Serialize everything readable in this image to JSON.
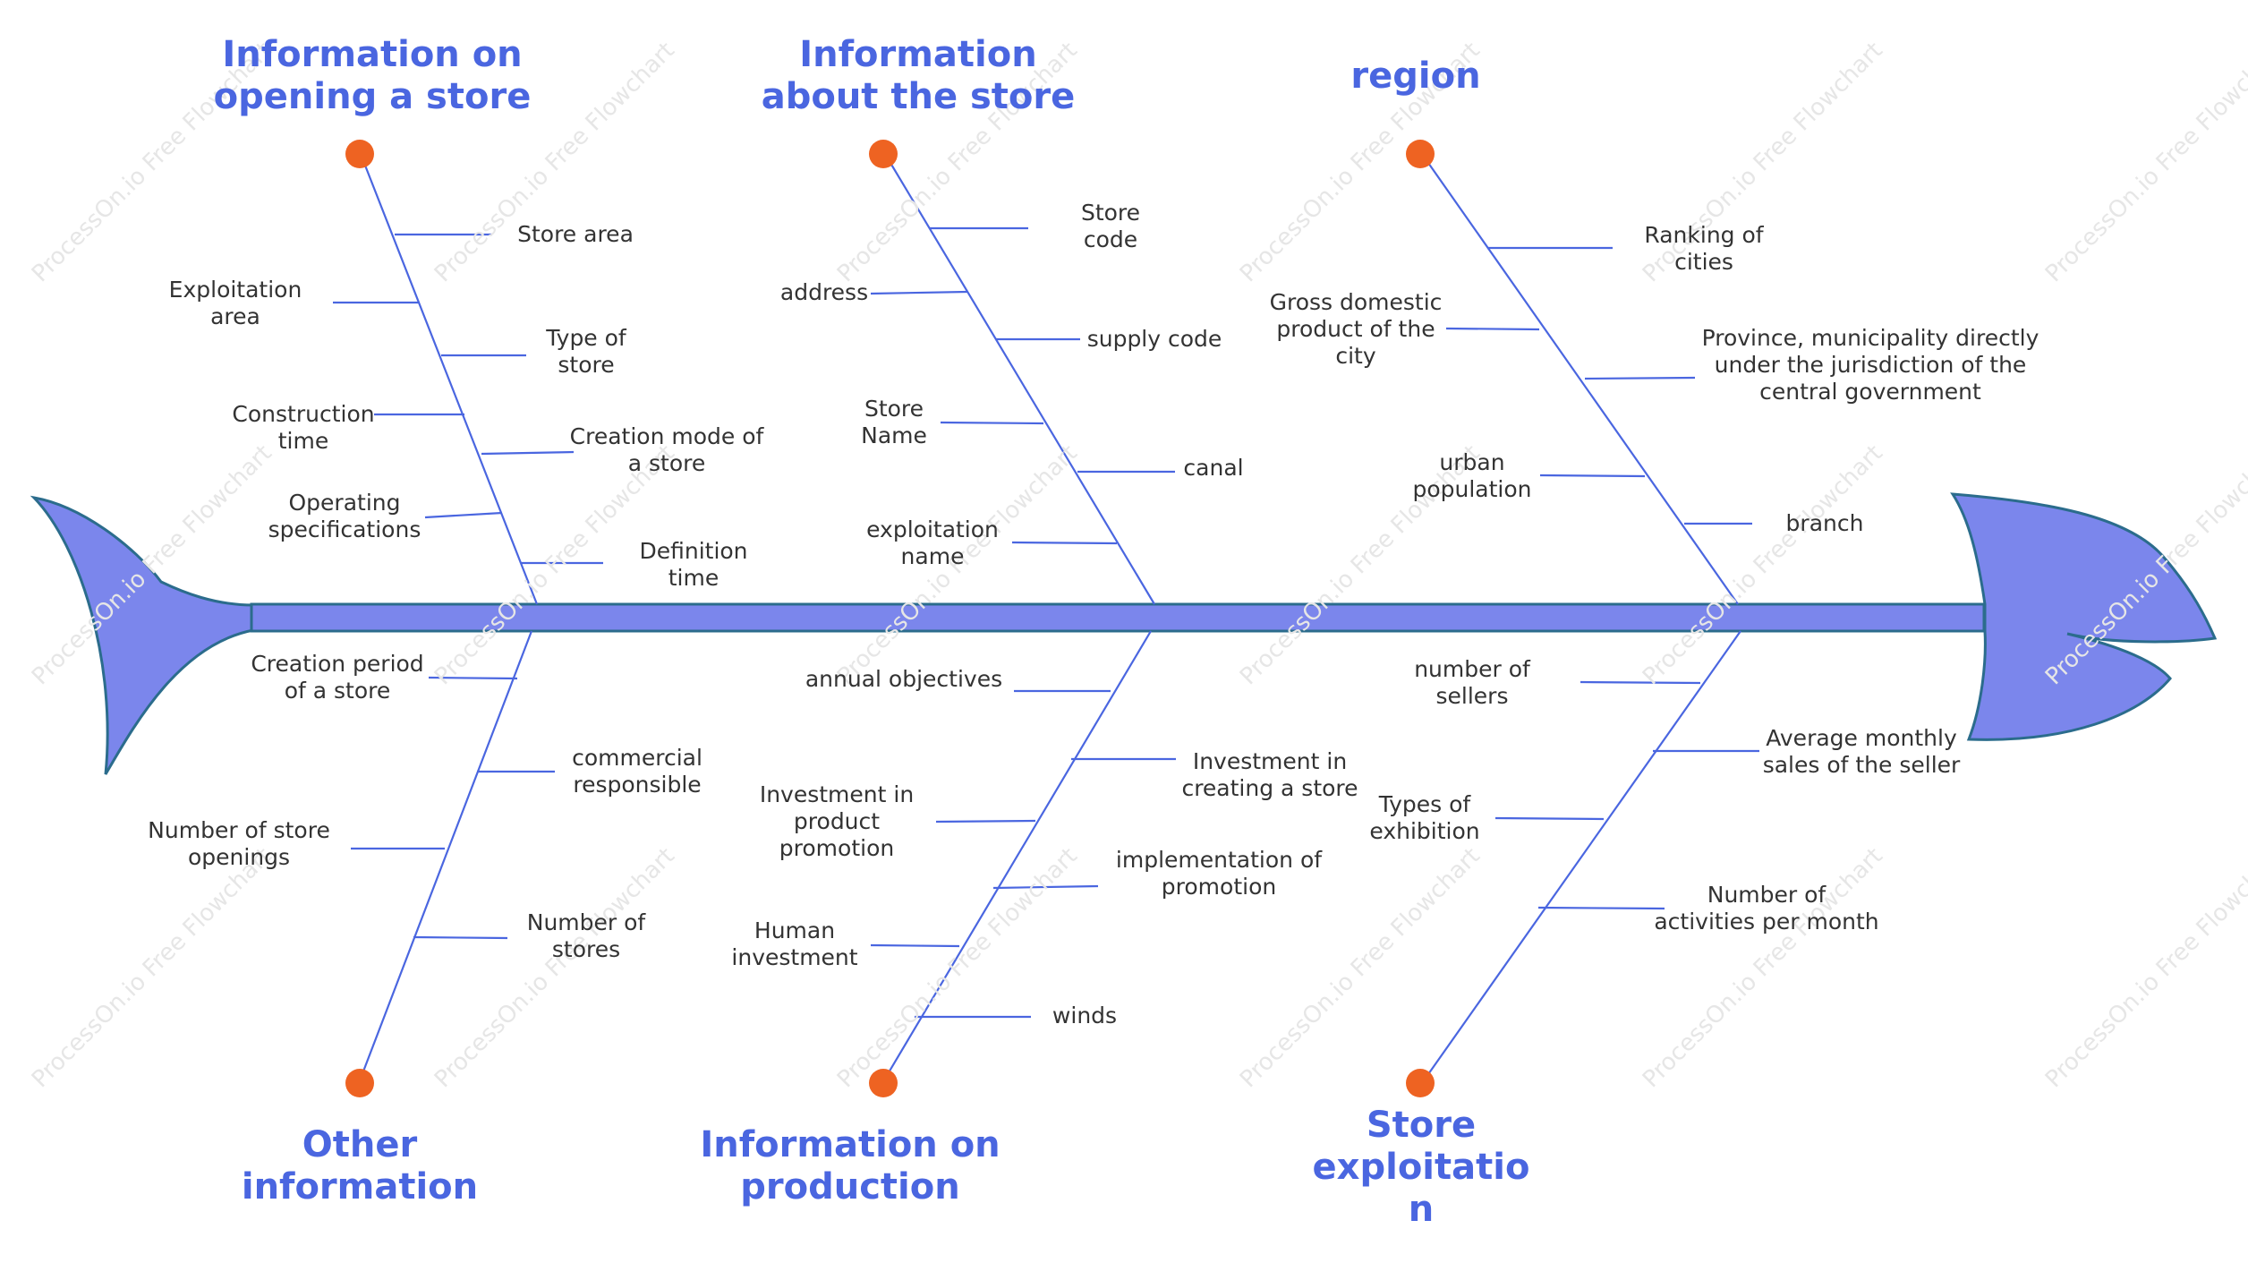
{
  "watermark": "ProcessOn.io Free Flowchart",
  "colors": {
    "spine": "#7b86ec",
    "outline": "#2b6c8c",
    "line": "#4a66e0",
    "dot": "#ee6322",
    "category": "#4a66e0",
    "label": "#333333"
  },
  "categories": [
    {
      "id": "store-opening",
      "title_lines": [
        "Information on",
        "opening a store"
      ],
      "causes": [
        {
          "lines": [
            "Store area"
          ]
        },
        {
          "lines": [
            "Exploitation",
            "area"
          ]
        },
        {
          "lines": [
            "Type of",
            "store"
          ]
        },
        {
          "lines": [
            "Construction",
            "time"
          ]
        },
        {
          "lines": [
            "Creation mode of",
            "a store"
          ]
        },
        {
          "lines": [
            "Operating",
            "specifications"
          ]
        },
        {
          "lines": [
            "Definition",
            "time"
          ]
        }
      ]
    },
    {
      "id": "store-info",
      "title_lines": [
        "Information",
        "about the store"
      ],
      "causes": [
        {
          "lines": [
            "Store",
            "code"
          ]
        },
        {
          "lines": [
            "address"
          ]
        },
        {
          "lines": [
            "supply code"
          ]
        },
        {
          "lines": [
            "Store",
            "Name"
          ]
        },
        {
          "lines": [
            "canal"
          ]
        },
        {
          "lines": [
            "exploitation",
            "name"
          ]
        }
      ]
    },
    {
      "id": "region",
      "title_lines": [
        "region"
      ],
      "causes": [
        {
          "lines": [
            "Ranking of",
            "cities"
          ]
        },
        {
          "lines": [
            "Gross domestic",
            "product of the",
            "city"
          ]
        },
        {
          "lines": [
            "Province, municipality directly",
            "under the jurisdiction of the",
            "central government"
          ]
        },
        {
          "lines": [
            "urban",
            "population"
          ]
        },
        {
          "lines": [
            "branch"
          ]
        }
      ]
    },
    {
      "id": "other-info",
      "title_lines": [
        "Other",
        "information"
      ],
      "causes": [
        {
          "lines": [
            "Creation period",
            "of a store"
          ]
        },
        {
          "lines": [
            "commercial",
            "responsible"
          ]
        },
        {
          "lines": [
            "Number of store",
            "openings"
          ]
        },
        {
          "lines": [
            "Number of",
            "stores"
          ]
        }
      ]
    },
    {
      "id": "production-info",
      "title_lines": [
        "Information on",
        "production"
      ],
      "causes": [
        {
          "lines": [
            "annual objectives"
          ]
        },
        {
          "lines": [
            "Investment in",
            "creating a store"
          ]
        },
        {
          "lines": [
            "Investment in",
            "product",
            "promotion"
          ]
        },
        {
          "lines": [
            "implementation of",
            "promotion"
          ]
        },
        {
          "lines": [
            "Human",
            "investment"
          ]
        },
        {
          "lines": [
            "winds"
          ]
        }
      ]
    },
    {
      "id": "store-exploitation",
      "title_lines": [
        "Store",
        "exploitatio",
        "n"
      ],
      "causes": [
        {
          "lines": [
            "number of",
            "sellers"
          ]
        },
        {
          "lines": [
            "Average monthly",
            "sales of the seller"
          ]
        },
        {
          "lines": [
            "Types of",
            "exhibition"
          ]
        },
        {
          "lines": [
            "Number of",
            "activities per month"
          ]
        }
      ]
    }
  ]
}
